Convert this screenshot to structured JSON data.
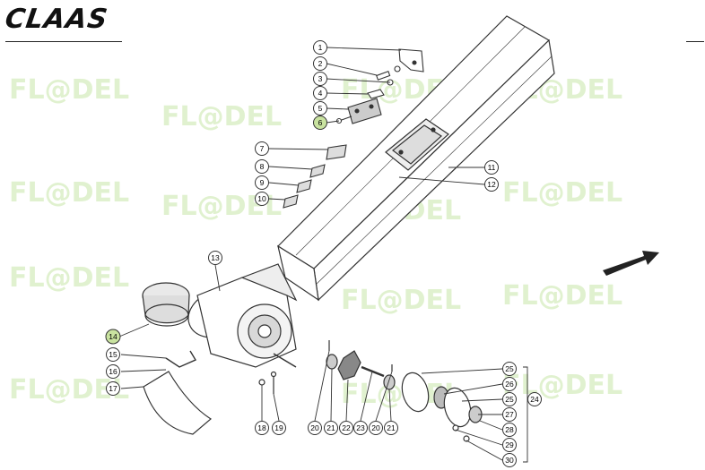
{
  "brand": {
    "logo_text": "CLAAS"
  },
  "watermark": {
    "text": "FL@DEL",
    "color": "#c8e6a8"
  },
  "callouts": [
    {
      "id": "c1",
      "label": "1"
    },
    {
      "id": "c2",
      "label": "2"
    },
    {
      "id": "c3",
      "label": "3"
    },
    {
      "id": "c4",
      "label": "4"
    },
    {
      "id": "c5",
      "label": "5"
    },
    {
      "id": "c6",
      "label": "6"
    },
    {
      "id": "c7",
      "label": "7"
    },
    {
      "id": "c8",
      "label": "8"
    },
    {
      "id": "c9",
      "label": "9"
    },
    {
      "id": "c10",
      "label": "10"
    },
    {
      "id": "c11",
      "label": "11"
    },
    {
      "id": "c12",
      "label": "12"
    },
    {
      "id": "c13",
      "label": "13"
    },
    {
      "id": "c14",
      "label": "14"
    },
    {
      "id": "c15",
      "label": "15"
    },
    {
      "id": "c16",
      "label": "16"
    },
    {
      "id": "c17",
      "label": "17"
    },
    {
      "id": "c18",
      "label": "18"
    },
    {
      "id": "c19",
      "label": "19"
    },
    {
      "id": "c20a",
      "label": "20"
    },
    {
      "id": "c21a",
      "label": "21"
    },
    {
      "id": "c22",
      "label": "22"
    },
    {
      "id": "c23",
      "label": "23"
    },
    {
      "id": "c20b",
      "label": "20"
    },
    {
      "id": "c21b",
      "label": "21"
    },
    {
      "id": "c25a",
      "label": "25"
    },
    {
      "id": "c26",
      "label": "26"
    },
    {
      "id": "c25b",
      "label": "25"
    },
    {
      "id": "c27",
      "label": "27"
    },
    {
      "id": "c28",
      "label": "28"
    },
    {
      "id": "c29",
      "label": "29"
    },
    {
      "id": "c30",
      "label": "30"
    },
    {
      "id": "c24",
      "label": "24"
    }
  ],
  "highlight": {
    "selected_callouts": [
      "6",
      "14"
    ],
    "color": "#c9e3a0"
  }
}
